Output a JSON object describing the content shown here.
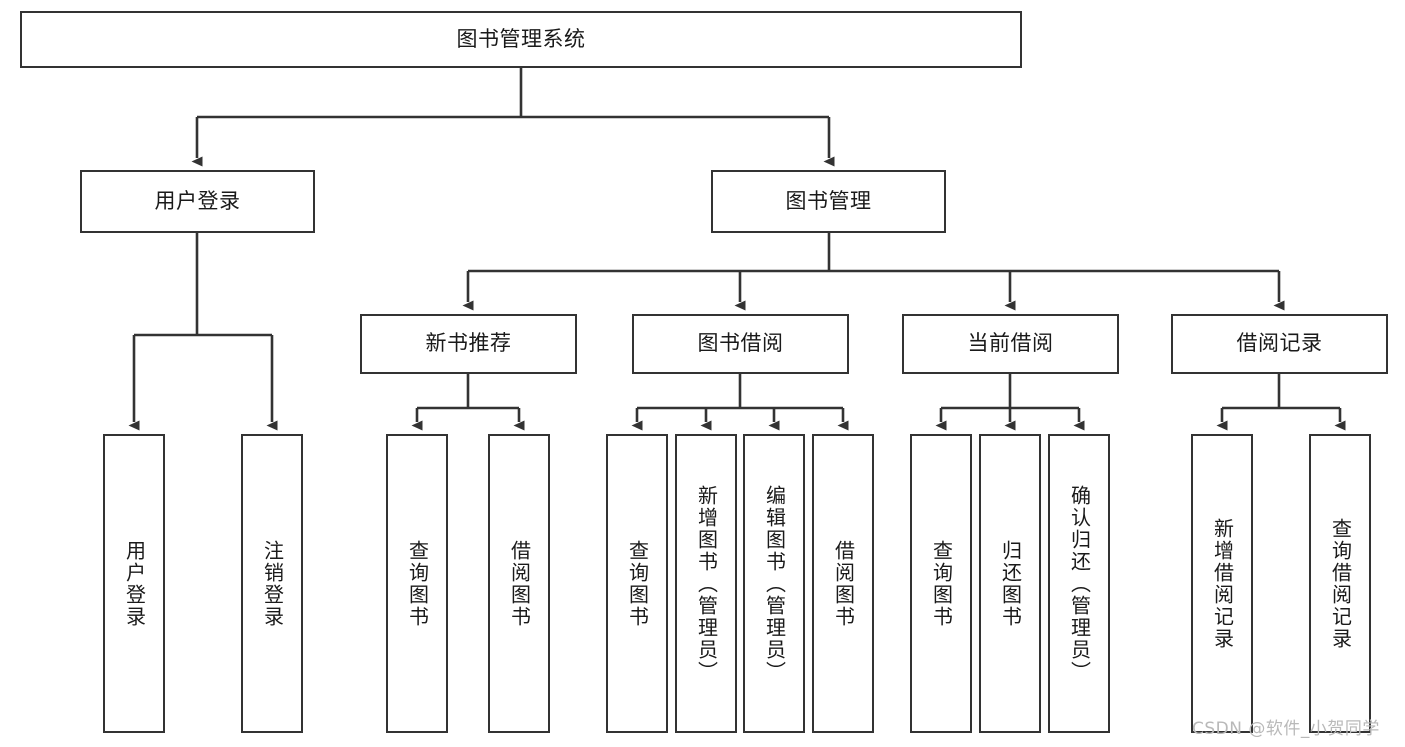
{
  "diagram": {
    "type": "tree",
    "title_node": {
      "label": "图书管理系统"
    },
    "level1": [
      {
        "id": "user-login",
        "label": "用户登录"
      },
      {
        "id": "book-management",
        "label": "图书管理"
      }
    ],
    "level2": [
      {
        "id": "new-book-recommend",
        "label": "新书推荐",
        "parent": "book-management"
      },
      {
        "id": "book-borrow",
        "label": "图书借阅",
        "parent": "book-management"
      },
      {
        "id": "current-borrow",
        "label": "当前借阅",
        "parent": "book-management"
      },
      {
        "id": "borrow-record",
        "label": "借阅记录",
        "parent": "book-management"
      }
    ],
    "leaves": [
      {
        "id": "leaf-user-login",
        "label": "用户登录",
        "parent": "user-login"
      },
      {
        "id": "leaf-logout",
        "label": "注销登录",
        "parent": "user-login"
      },
      {
        "id": "leaf-query-book-1",
        "label": "查询图书",
        "parent": "new-book-recommend"
      },
      {
        "id": "leaf-borrow-book-1",
        "label": "借阅图书",
        "parent": "new-book-recommend"
      },
      {
        "id": "leaf-query-book-2",
        "label": "查询图书",
        "parent": "book-borrow"
      },
      {
        "id": "leaf-add-book",
        "label": "新增图书（管理员）",
        "parent": "book-borrow"
      },
      {
        "id": "leaf-edit-book",
        "label": "编辑图书（管理员）",
        "parent": "book-borrow"
      },
      {
        "id": "leaf-borrow-book-2",
        "label": "借阅图书",
        "parent": "book-borrow"
      },
      {
        "id": "leaf-query-book-3",
        "label": "查询图书",
        "parent": "current-borrow"
      },
      {
        "id": "leaf-return-book",
        "label": "归还图书",
        "parent": "current-borrow"
      },
      {
        "id": "leaf-confirm-return",
        "label": "确认归还（管理员）",
        "parent": "current-borrow"
      },
      {
        "id": "leaf-add-record",
        "label": "新增借阅记录",
        "parent": "borrow-record"
      },
      {
        "id": "leaf-query-record",
        "label": "查询借阅记录",
        "parent": "borrow-record"
      }
    ],
    "colors": {
      "border": "#333333",
      "background": "#ffffff",
      "text": "#1a1a1a",
      "watermark": "#b9b9b9"
    }
  },
  "watermark": {
    "text": "CSDN @软件_小贺同学"
  }
}
